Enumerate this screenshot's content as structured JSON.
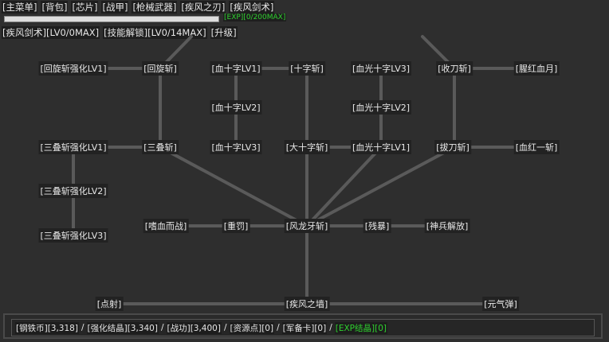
{
  "top_menu": [
    "[主菜单]",
    "[背包]",
    "[芯片]",
    "[战甲]",
    "[枪械武器]",
    "[疾风之刃]",
    "[疾风剑术]"
  ],
  "exp_progress": 0,
  "exp_label": "[EXP][0/200MAX]",
  "skill_header": {
    "name": "[疾风剑术][LV0/0MAX]",
    "unlock": "[技能解锁][LV0/14MAX]",
    "upgrade": "[升级]"
  },
  "nodes": {
    "huixuan_lv1": "[回旋斩强化LV1]",
    "huixuan": "[回旋斩]",
    "xueshizi_lv1": "[血十字LV1]",
    "shizi": "[十字斩]",
    "xueguang_lv3": "[血光十字LV3]",
    "shoudao": "[收刀斩]",
    "xinghong": "[腥红血月]",
    "xueshizi_lv2": "[血十字LV2]",
    "xueguang_lv2": "[血光十字LV2]",
    "sandie_lv1": "[三叠斩强化LV1]",
    "sandie": "[三叠斩]",
    "xueshizi_lv3": "[血十字LV3]",
    "dashizi": "[大十字斩]",
    "xueguang_lv1": "[血光十字LV1]",
    "badao": "[拔刀斩]",
    "xuehong": "[血红一斩]",
    "sandie_lv2": "[三叠斩强化LV2]",
    "sandie_lv3": "[三叠斩强化LV3]",
    "shixue": "[嗜血而战]",
    "zhongfa": "[重罚]",
    "fenglong": "[风龙牙斩]",
    "canbao": "[残暴]",
    "shenbing": "[神兵解放]",
    "dianshe": "[点射]",
    "jifeng_wall": "[疾风之墙]",
    "yuanqi": "[元气弹]"
  },
  "resources": {
    "steel": "[钢铁币][3,318]",
    "crystal": "[强化结晶][3,340]",
    "merit": "[战功][3,400]",
    "resource": "[资源点][0]",
    "card": "[军备卡][0]",
    "exp_crystal": "[EXP结晶][0]",
    "sep": "/"
  }
}
